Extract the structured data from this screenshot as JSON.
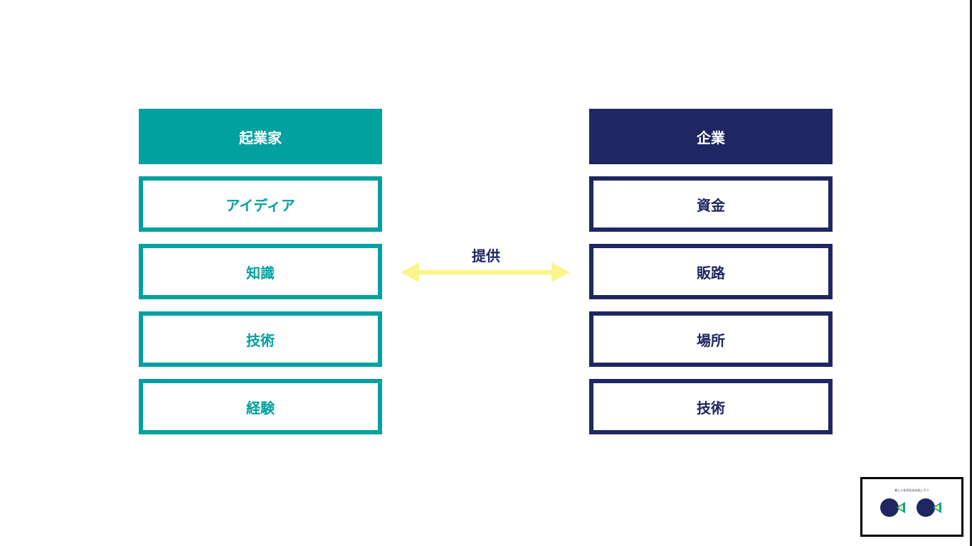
{
  "left_column": {
    "header": "起業家",
    "items": [
      "アイディア",
      "知識",
      "技術",
      "経験"
    ]
  },
  "right_column": {
    "header": "企業",
    "items": [
      "資金",
      "販路",
      "場所",
      "技術"
    ]
  },
  "connector": {
    "label": "提供",
    "arrow_color": "#fbf58d"
  },
  "colors": {
    "teal": "#00a19f",
    "navy": "#1f2662"
  },
  "thumbnail": {
    "title": "新しい化学反応を起こそう"
  }
}
